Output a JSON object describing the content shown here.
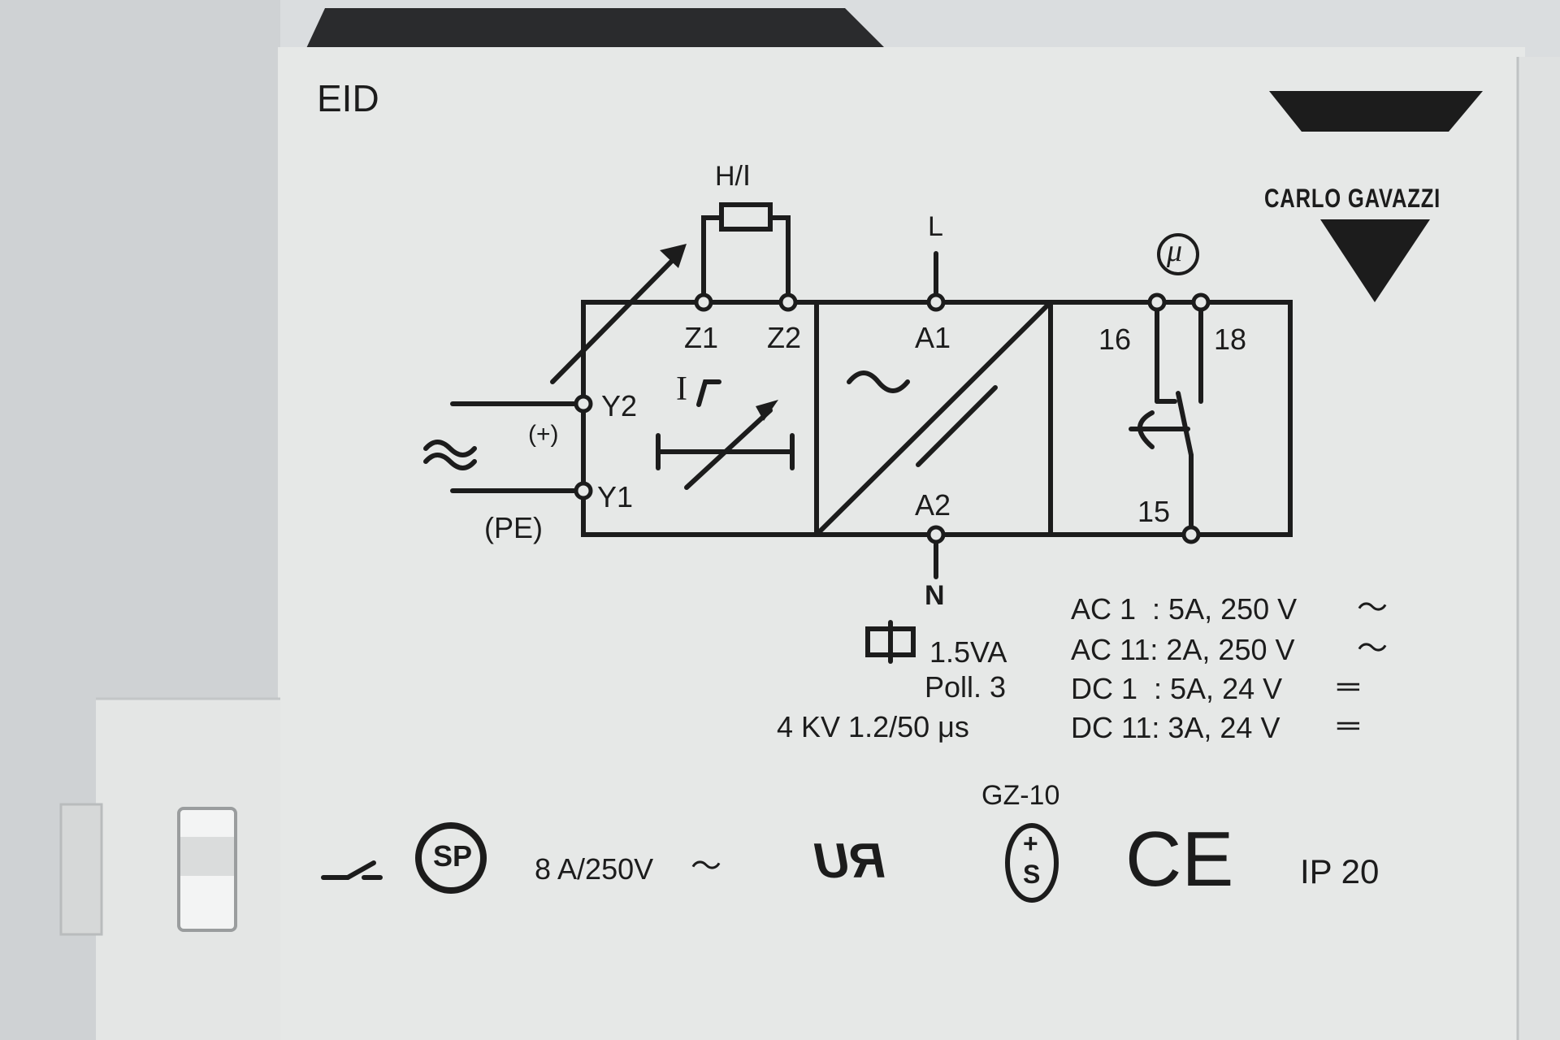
{
  "device": {
    "model": "EID",
    "brand": "CARLO GAVAZZI"
  },
  "diagram": {
    "hysteresis_label": "H/Ⅰ",
    "supply_L": "L",
    "supply_N": "N",
    "terminals": {
      "z1": "Z1",
      "z2": "Z2",
      "a1": "A1",
      "a2": "A2",
      "y1": "Y1",
      "y2": "Y2",
      "t16": "16",
      "t18": "18",
      "t15": "15"
    },
    "plus_label": "(+)",
    "pe_label": "(PE)",
    "current_symbol": "I",
    "micro_symbol": "μ"
  },
  "ratings": {
    "coil_power": "1.5VA",
    "pollution": "Poll. 3",
    "impulse": "4 KV 1.2/50 μs",
    "contacts": [
      "AC 1  : 5A, 250 V",
      "AC 11: 2A, 250 V",
      "DC 1  : 5A, 24 V",
      "DC 11: 3A, 24 V"
    ]
  },
  "certifications": {
    "gz": "GZ-10",
    "aux_rating": "8 A/250V",
    "ip": "IP 20",
    "ce": "CE",
    "csa": "SP",
    "ur": "RU",
    "s_mark_plus": "+",
    "s_mark_s": "S"
  },
  "colors": {
    "label_bg": "#e6e8e7",
    "ink": "#1c1c1c",
    "housing": "#d9dcdd"
  }
}
